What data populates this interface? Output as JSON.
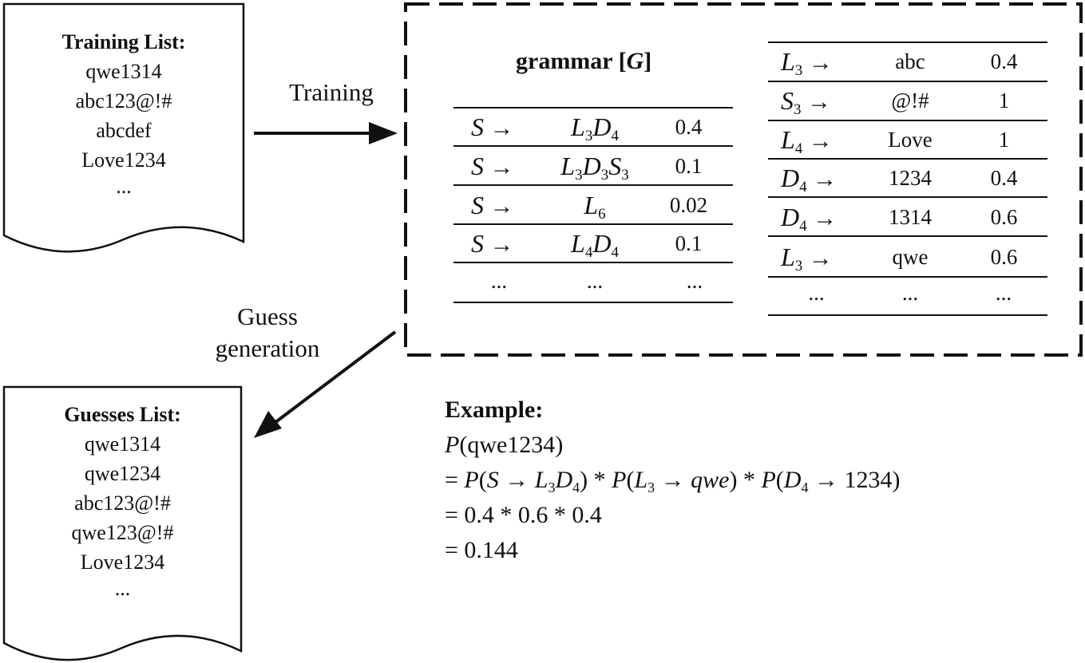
{
  "training_list": {
    "heading": "Training List:",
    "items": [
      "qwe1314",
      "abc123@!#",
      "abcdef",
      "Love1234",
      "..."
    ]
  },
  "guesses_list": {
    "heading": "Guesses List:",
    "items": [
      "qwe1314",
      "qwe1234",
      "abc123@!#",
      "qwe123@!#",
      "Love1234",
      "..."
    ]
  },
  "arrows": {
    "training_label": "Training",
    "guess_label_line1": "Guess",
    "guess_label_line2": "generation"
  },
  "grammar": {
    "title_prefix": "grammar [",
    "title_symbol": "G",
    "title_suffix": "]",
    "structure_rules": [
      {
        "lhs": "S",
        "rhs": [
          {
            "s": "L",
            "n": "3"
          },
          {
            "s": "D",
            "n": "4"
          }
        ],
        "prob": "0.4"
      },
      {
        "lhs": "S",
        "rhs": [
          {
            "s": "L",
            "n": "3"
          },
          {
            "s": "D",
            "n": "3"
          },
          {
            "s": "S",
            "n": "3"
          }
        ],
        "prob": "0.1"
      },
      {
        "lhs": "S",
        "rhs": [
          {
            "s": "L",
            "n": "6"
          }
        ],
        "prob": "0.02"
      },
      {
        "lhs": "S",
        "rhs": [
          {
            "s": "L",
            "n": "4"
          },
          {
            "s": "D",
            "n": "4"
          }
        ],
        "prob": "0.1"
      }
    ],
    "terminal_rules": [
      {
        "lhs": "L",
        "sub": "3",
        "value": "abc",
        "prob": "0.4"
      },
      {
        "lhs": "S",
        "sub": "3",
        "value": "@!#",
        "prob": "1"
      },
      {
        "lhs": "L",
        "sub": "4",
        "value": "Love",
        "prob": "1"
      },
      {
        "lhs": "D",
        "sub": "4",
        "value": "1234",
        "prob": "0.4"
      },
      {
        "lhs": "D",
        "sub": "4",
        "value": "1314",
        "prob": "0.6"
      },
      {
        "lhs": "L",
        "sub": "3",
        "value": "qwe",
        "prob": "0.6"
      }
    ],
    "ellipsis": "...",
    "arrow": "→"
  },
  "example": {
    "heading": "Example:",
    "p": "P",
    "password": "qwe1234",
    "line2": {
      "eq": "= ",
      "p": "P",
      "s": "S",
      "arrow": " → ",
      "l": "L",
      "l_sub": "3",
      "d": "D",
      "d_sub": "4",
      "star": " * ",
      "qwe": "qwe",
      "val": "1234"
    },
    "line3": "= 0.4 * 0.6 * 0.4",
    "line4": "= 0.144"
  }
}
